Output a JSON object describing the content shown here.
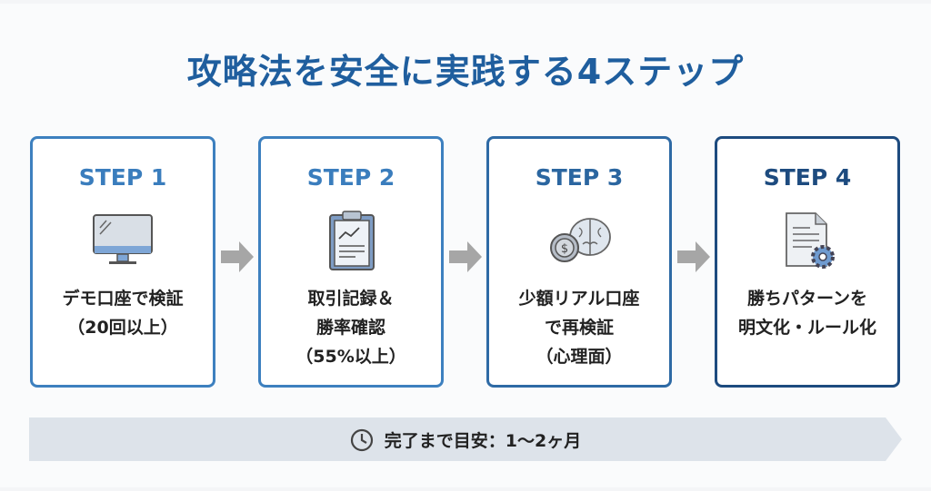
{
  "title": "攻略法を安全に実践する4ステップ",
  "steps": [
    {
      "label": "STEP 1",
      "icon": "monitor-icon",
      "lines": [
        "デモ口座で検証",
        "（20回以上）"
      ]
    },
    {
      "label": "STEP 2",
      "icon": "clipboard-chart-icon",
      "lines": [
        "取引記録＆",
        "勝率確認",
        "（55%以上）"
      ]
    },
    {
      "label": "STEP 3",
      "icon": "coin-brain-icon",
      "lines": [
        "少額リアル口座",
        "で再検証",
        "（心理面）"
      ]
    },
    {
      "label": "STEP 4",
      "icon": "document-gear-icon",
      "lines": [
        "勝ちパターンを",
        "明文化・ルール化"
      ]
    }
  ],
  "footer": {
    "icon": "clock-icon",
    "text": "完了まで目安：1〜2ヶ月"
  },
  "colors": {
    "title": "#1f5e9e",
    "step1": "#3d80bf",
    "step4": "#1d4b7f",
    "arrow": "#a6a6a6",
    "bar": "#dde3ea"
  }
}
